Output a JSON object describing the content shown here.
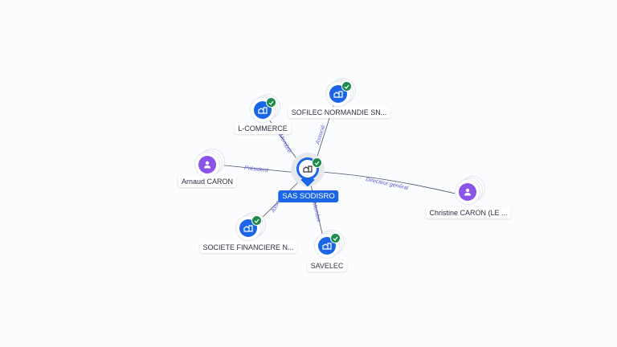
{
  "center": {
    "name": "SAS SODISRO",
    "icon": "building-icon",
    "verified": true
  },
  "nodes": [
    {
      "id": "l-commerce",
      "name": "L-COMMERCE",
      "type": "company",
      "icon": "building-icon",
      "verified": true,
      "relation": "Membre"
    },
    {
      "id": "sofilec",
      "name": "SOFILEC NORMANDIE SN...",
      "type": "company",
      "icon": "building-icon",
      "verified": true,
      "relation": "Associé"
    },
    {
      "id": "arnaud",
      "name": "Arnaud CARON",
      "type": "person",
      "icon": "person-icon",
      "verified": false,
      "relation": "Président"
    },
    {
      "id": "christine",
      "name": "Christine CARON (LE ...",
      "type": "person",
      "icon": "person-icon",
      "verified": false,
      "relation": "Directeur général"
    },
    {
      "id": "societe-fin",
      "name": "SOCIETE FINANCIERE N...",
      "type": "company",
      "icon": "building-icon",
      "verified": true,
      "relation": "Asso"
    },
    {
      "id": "savelec",
      "name": "SAVELEC",
      "type": "company",
      "icon": "building-icon",
      "verified": true,
      "relation": "Membre"
    }
  ],
  "colors": {
    "company": "#1a66e6",
    "person": "#8a55e6",
    "verified": "#1e8a4c",
    "edge": "#4a4f6a",
    "edge_label": "#5b5fd1",
    "background": "#fbfcfe"
  }
}
